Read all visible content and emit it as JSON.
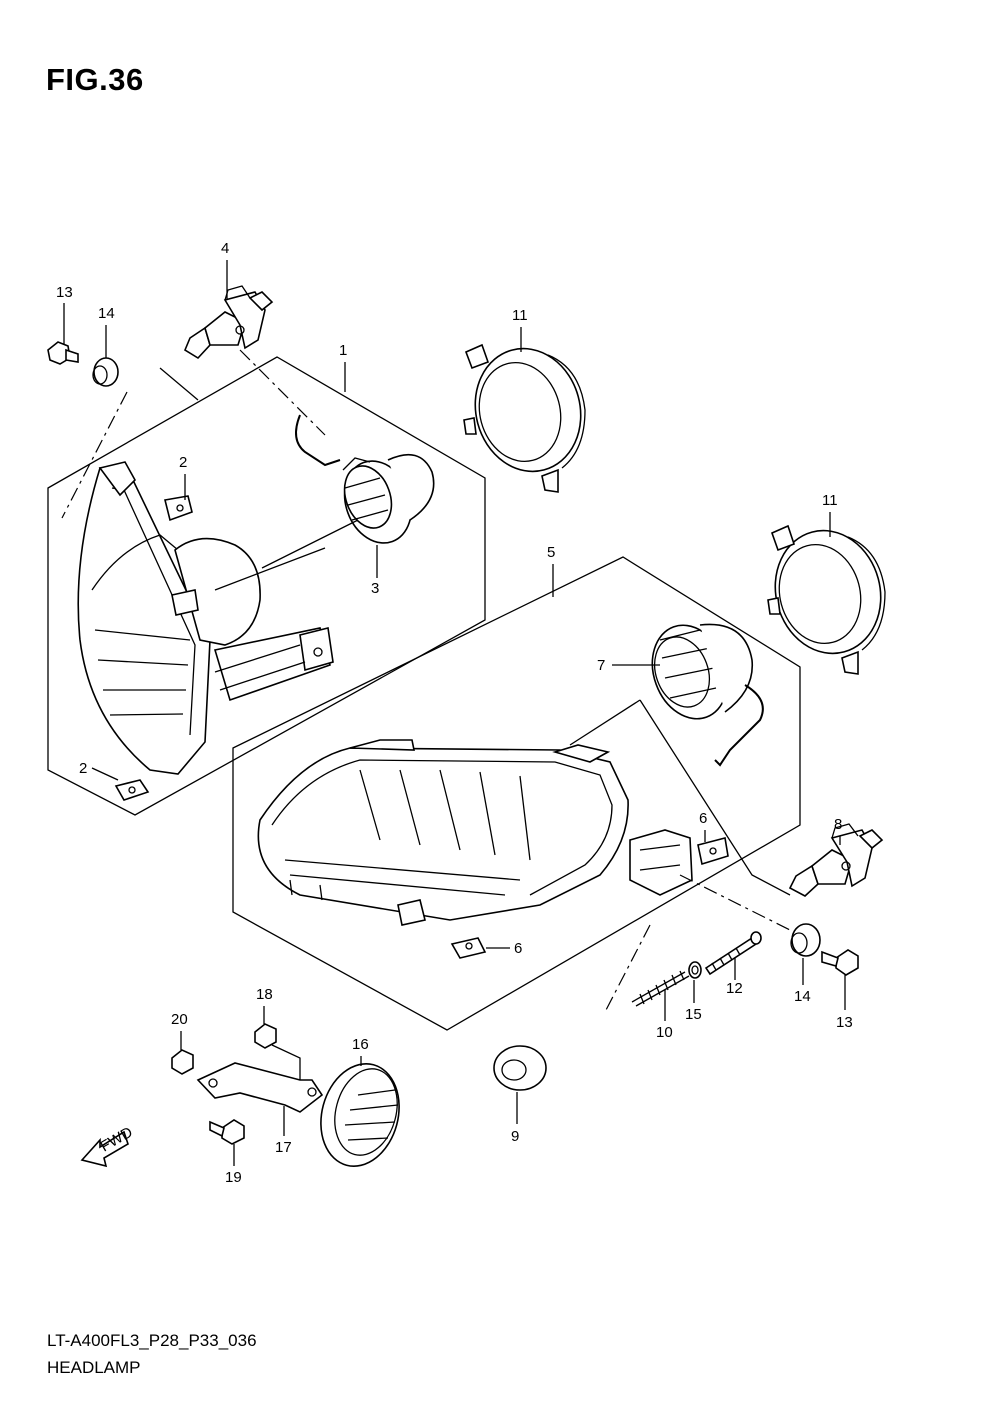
{
  "figure": {
    "title": "FIG.36",
    "code": "LT-A400FL3_P28_P33_036",
    "name": "HEADLAMP"
  },
  "fwd_label": "FWD",
  "callouts": {
    "p1": "1",
    "p2a": "2",
    "p2b": "2",
    "p3": "3",
    "p4": "4",
    "p5": "5",
    "p6a": "6",
    "p6b": "6",
    "p7": "7",
    "p8": "8",
    "p9": "9",
    "p10": "10",
    "p11a": "11",
    "p11b": "11",
    "p12": "12",
    "p13a": "13",
    "p13b": "13",
    "p14a": "14",
    "p14b": "14",
    "p15": "15",
    "p16": "16",
    "p17": "17",
    "p18": "18",
    "p19": "19",
    "p20": "20"
  },
  "icons": {
    "headlamp": "headlamp-assembly-icon",
    "bulb": "bulb-icon",
    "socket": "socket-icon",
    "reflector": "reflector-icon",
    "fwd_arrow": "fwd-arrow-icon"
  }
}
